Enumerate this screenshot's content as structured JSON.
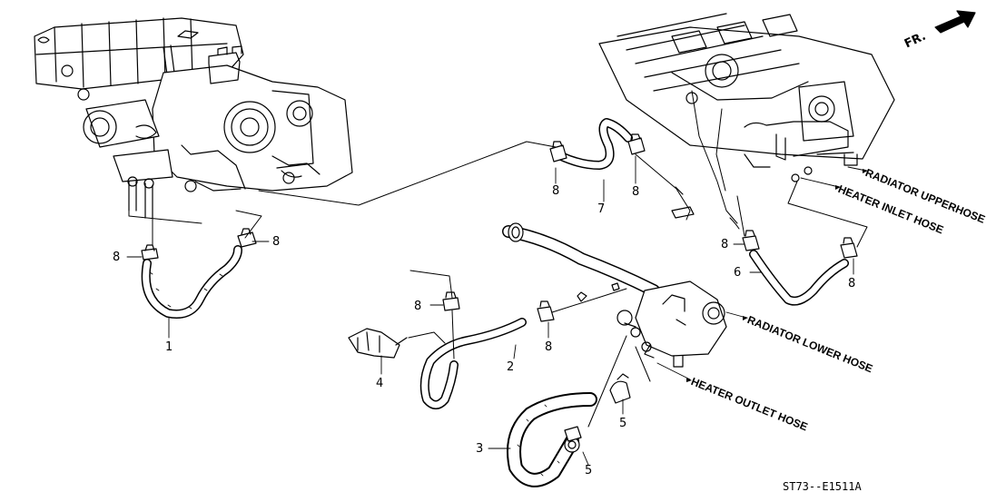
{
  "direction_label": "FR.",
  "part_numbers": {
    "n1": "1",
    "n2": "2",
    "n3": "3",
    "n4": "4",
    "n5a": "5",
    "n5b": "5",
    "n6": "6",
    "n7": "7",
    "n8a": "8",
    "n8b": "8",
    "n8c": "8",
    "n8d": "8",
    "n8e": "8",
    "n8f": "8",
    "n8g": "8",
    "n8h": "8"
  },
  "hose_labels": {
    "radiator_upper": "RADIATOR UPPERHOSE",
    "heater_inlet": "HEATER INLET HOSE",
    "radiator_lower": "RADIATOR LOWER HOSE",
    "heater_outlet": "HEATER OUTLET HOSE"
  },
  "diagram_code": "ST73--E1511A"
}
